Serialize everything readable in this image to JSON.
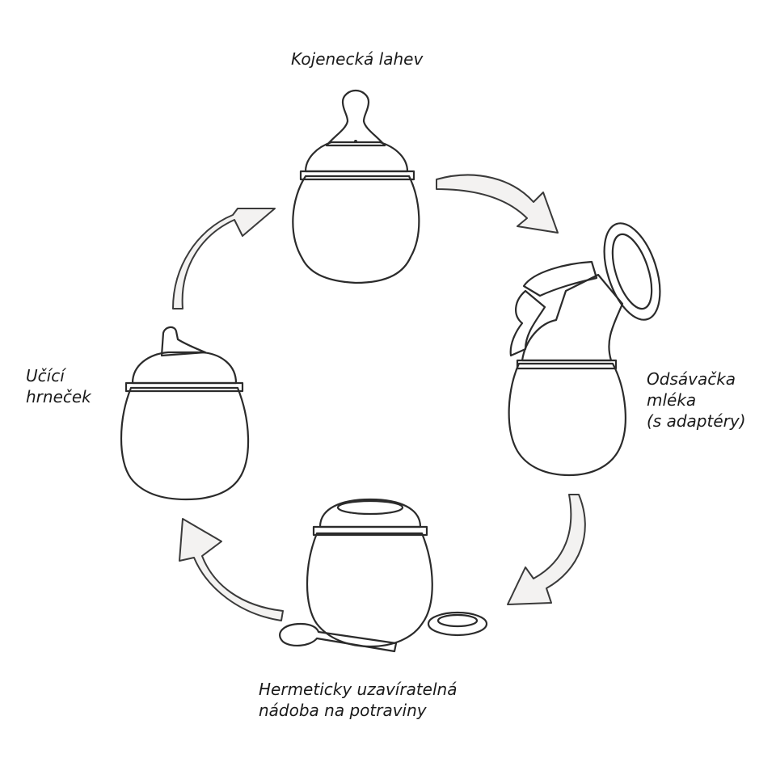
{
  "labels": {
    "bottle": [
      "Kojenecká lahev"
    ],
    "pump": [
      "Odsávačka",
      "mléka",
      "(s adaptéry)"
    ],
    "cup": [
      "Učící",
      "hrneček"
    ],
    "container": [
      "Hermeticky uzavíratelná",
      "nádoba na potraviny"
    ]
  },
  "colors": {
    "outline": "#2b2b2b",
    "cream_fill": "#f8f5e6",
    "blue_fill": "#f1f4f8",
    "arrow_fill": "#f3f2f1",
    "dots": "#ffffff"
  },
  "icons": [
    "baby-bottle-icon",
    "breast-pump-icon",
    "food-container-icon",
    "spoon-icon",
    "lid-icon",
    "sippy-cup-icon",
    "cycle-arrow-icon"
  ]
}
